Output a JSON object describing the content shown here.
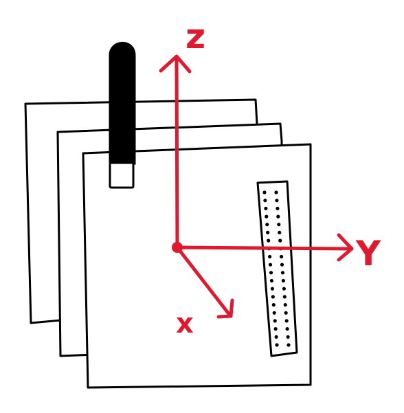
{
  "colors": {
    "axis": "#e0192f",
    "outline": "#000000",
    "background": "#ffffff"
  },
  "axes": {
    "z_label": "z",
    "y_label": "Y",
    "x_label": "x"
  },
  "icons": {
    "handle": "black-handle-icon",
    "origin": "origin-dot-icon"
  }
}
